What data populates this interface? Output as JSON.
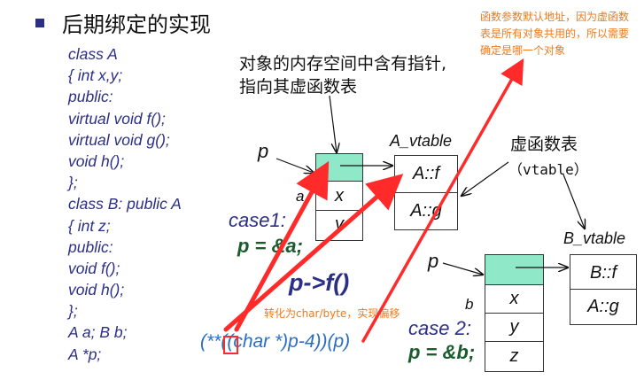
{
  "title": "后期绑定的实现",
  "code_lines": [
    "class A",
    "{      int x,y;",
    "public:",
    "     virtual void f();",
    "    virtual void g();",
    "    void h();",
    "};",
    "class B: public A",
    "{      int z;",
    "public:",
    "       void f();",
    "      void h();",
    "};",
    "A a; B b;",
    "A *p;"
  ],
  "annotation_vptr_line1": "对象的内存空间中含有指针,",
  "annotation_vptr_line2": "指向其虚函数表",
  "vtable_label_cn": "虚函数表",
  "vtable_label_en": "（vtable）",
  "a_vtable_label": "A_vtable",
  "a_vtable_entries": [
    "A::f",
    "A::g"
  ],
  "b_vtable_label": "B_vtable",
  "b_vtable_entries": [
    "B::f",
    "A::g"
  ],
  "obj_a": {
    "name": "a",
    "fields": [
      "x",
      "y"
    ]
  },
  "obj_b": {
    "name": "b",
    "fields": [
      "x",
      "y",
      "z"
    ]
  },
  "pointer_label": "p",
  "case1": "case1:",
  "case1_assign": "p = &a;",
  "case2": "case 2:",
  "case2_assign": "p = &b;",
  "call": "p->f()",
  "expr": "(**((char *)p-4))(p)",
  "note_top": "函数参数默认地址，因为虚函数表是所有对象共用的，所以需要确定是哪一个对象",
  "note_bottom": "转化为char/byte，实现偏移",
  "colors": {
    "code": "#2b2f86",
    "vptr": "#8fe8c8",
    "red": "#ff2a2a",
    "orange": "#f07a1a",
    "green": "#1a5c2e",
    "blue": "#2a6fc2"
  }
}
